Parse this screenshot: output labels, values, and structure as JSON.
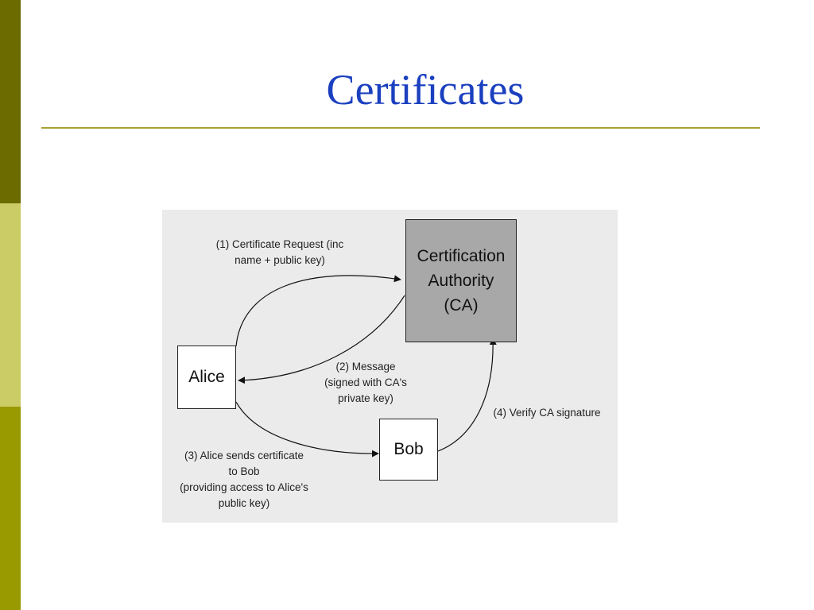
{
  "slide": {
    "title": "Certificates",
    "colors": {
      "title": "#1a3fbf",
      "rule": "#a8a030",
      "sidebar": [
        "#6b6b00",
        "#cccc66",
        "#999900"
      ],
      "diagram_bg": "#ebebeb",
      "ca_box": "#a8a8a8"
    }
  },
  "diagram": {
    "nodes": {
      "ca": [
        "Certification",
        "Authority",
        "(CA)"
      ],
      "alice": "Alice",
      "bob": "Bob"
    },
    "labels": {
      "step1": [
        "(1) Certificate Request (inc",
        "name + public key)"
      ],
      "step2": [
        "(2) Message",
        "(signed with CA's",
        "private key)"
      ],
      "step3": [
        "(3) Alice sends certificate",
        "to Bob",
        "(providing access to Alice's",
        "public key)"
      ],
      "step4": "(4) Verify CA signature"
    },
    "edges": [
      {
        "from": "Alice",
        "to": "Certification Authority (CA)",
        "label": "step1"
      },
      {
        "from": "Certification Authority (CA)",
        "to": "Alice",
        "label": "step2"
      },
      {
        "from": "Alice",
        "to": "Bob",
        "label": "step3"
      },
      {
        "from": "Bob",
        "to": "Certification Authority (CA)",
        "label": "step4"
      }
    ]
  }
}
